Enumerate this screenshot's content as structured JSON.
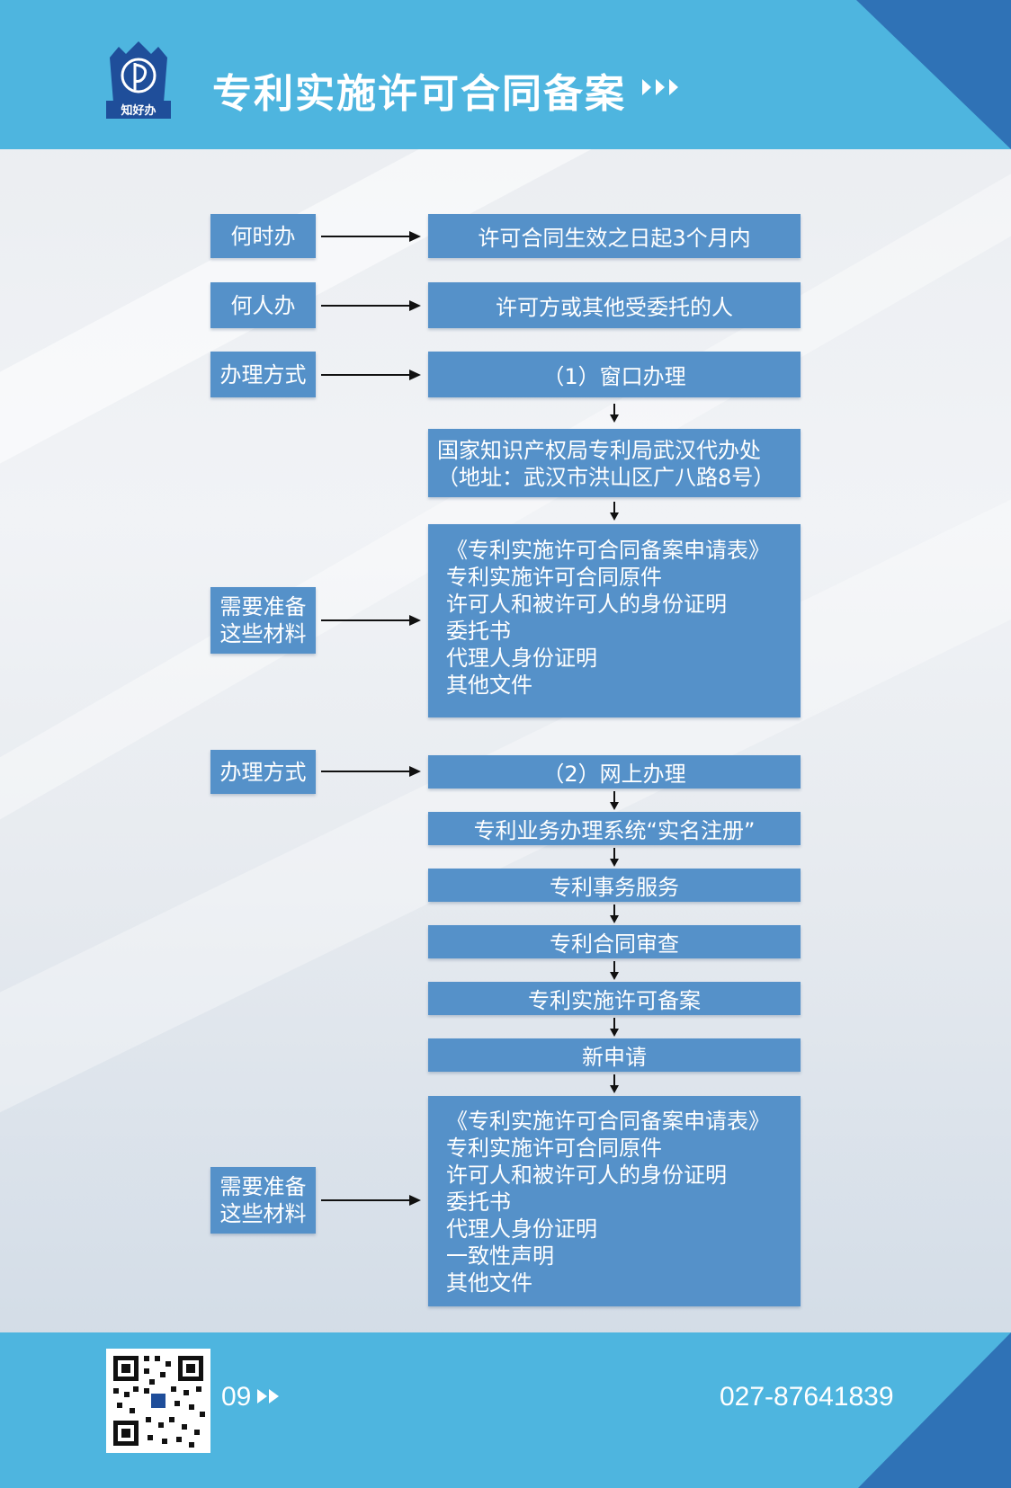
{
  "header": {
    "title": "专利实施许可合同备案",
    "logo_text": "知好办"
  },
  "rows": {
    "when": {
      "label": "何时办",
      "value": "许可合同生效之日起3个月内"
    },
    "who": {
      "label": "何人办",
      "value": "许可方或其他受委托的人"
    },
    "method1": {
      "label": "办理方式",
      "value": "（1）窗口办理"
    },
    "office": {
      "line1": "国家知识产权局专利局武汉代办处",
      "line2": "（地址：武汉市洪山区广八路8号）"
    },
    "materials1": {
      "label_line1": "需要准备",
      "label_line2": "这些材料",
      "items": [
        "《专利实施许可合同备案申请表》",
        "专利实施许可合同原件",
        "许可人和被许可人的身份证明",
        "委托书",
        "代理人身份证明",
        "其他文件"
      ]
    },
    "method2": {
      "label": "办理方式",
      "value": "（2）网上办理"
    },
    "steps": [
      "专利业务办理系统“实名注册”",
      "专利事务服务",
      "专利合同审查",
      "专利实施许可备案",
      "新申请"
    ],
    "materials2": {
      "label_line1": "需要准备",
      "label_line2": "这些材料",
      "items": [
        "《专利实施许可合同备案申请表》",
        "专利实施许可合同原件",
        "许可人和被许可人的身份证明",
        "委托书",
        "代理人身份证明",
        "一致性声明",
        "其他文件"
      ]
    }
  },
  "footer": {
    "page_number": "09",
    "phone": "027-87641839"
  },
  "colors": {
    "header_bg": "#4eb5df",
    "corner_dark": "#2f72b6",
    "box_bg": "#5591c9",
    "text": "#ffffff"
  }
}
